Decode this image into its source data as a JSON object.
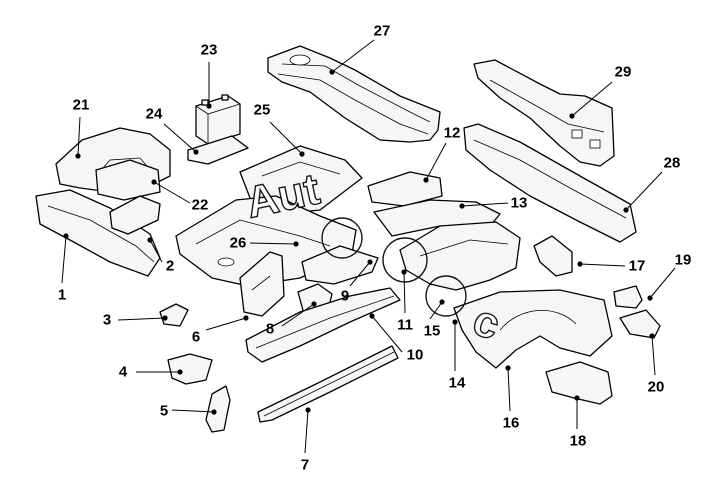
{
  "diagram": {
    "callouts": [
      {
        "id": "c1",
        "label": "1"
      },
      {
        "id": "c2",
        "label": "2"
      },
      {
        "id": "c3",
        "label": "3"
      },
      {
        "id": "c4",
        "label": "4"
      },
      {
        "id": "c5",
        "label": "5"
      },
      {
        "id": "c6",
        "label": "6"
      },
      {
        "id": "c7",
        "label": "7"
      },
      {
        "id": "c8",
        "label": "8"
      },
      {
        "id": "c9",
        "label": "9"
      },
      {
        "id": "c10",
        "label": "10"
      },
      {
        "id": "c11",
        "label": "11"
      },
      {
        "id": "c12",
        "label": "12"
      },
      {
        "id": "c13",
        "label": "13"
      },
      {
        "id": "c14",
        "label": "14"
      },
      {
        "id": "c15",
        "label": "15"
      },
      {
        "id": "c16",
        "label": "16"
      },
      {
        "id": "c17",
        "label": "17"
      },
      {
        "id": "c18",
        "label": "18"
      },
      {
        "id": "c19",
        "label": "19"
      },
      {
        "id": "c20",
        "label": "20"
      },
      {
        "id": "c21",
        "label": "21"
      },
      {
        "id": "c22",
        "label": "22"
      },
      {
        "id": "c23",
        "label": "23"
      },
      {
        "id": "c24",
        "label": "24"
      },
      {
        "id": "c25",
        "label": "25"
      },
      {
        "id": "c26",
        "label": "26"
      },
      {
        "id": "c27",
        "label": "27"
      },
      {
        "id": "c28",
        "label": "28"
      },
      {
        "id": "c29",
        "label": "29"
      }
    ],
    "watermark": "Autodoc"
  }
}
